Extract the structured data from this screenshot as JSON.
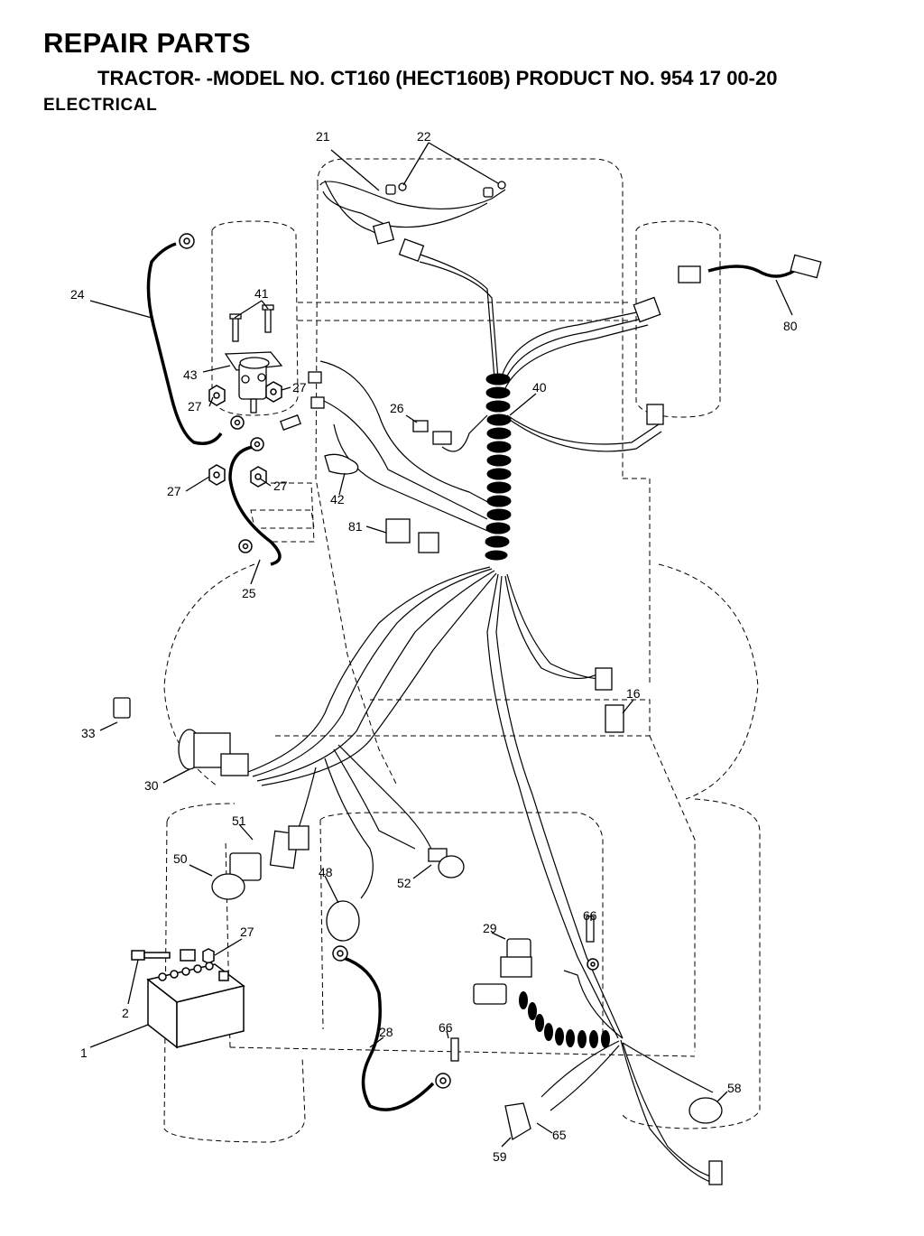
{
  "header": {
    "title": "REPAIR PARTS",
    "subtitle": "TRACTOR- -MODEL NO. CT160 (HECT160B) PRODUCT NO. 954 17 00-20",
    "section": "ELECTRICAL"
  },
  "callouts": [
    "21",
    "22",
    "24",
    "41",
    "43",
    "27",
    "27",
    "27",
    "27",
    "27",
    "26",
    "40",
    "80",
    "42",
    "81",
    "25",
    "16",
    "33",
    "30",
    "51",
    "50",
    "48",
    "52",
    "29",
    "66",
    "66",
    "2",
    "1",
    "28",
    "58",
    "59",
    "65"
  ]
}
